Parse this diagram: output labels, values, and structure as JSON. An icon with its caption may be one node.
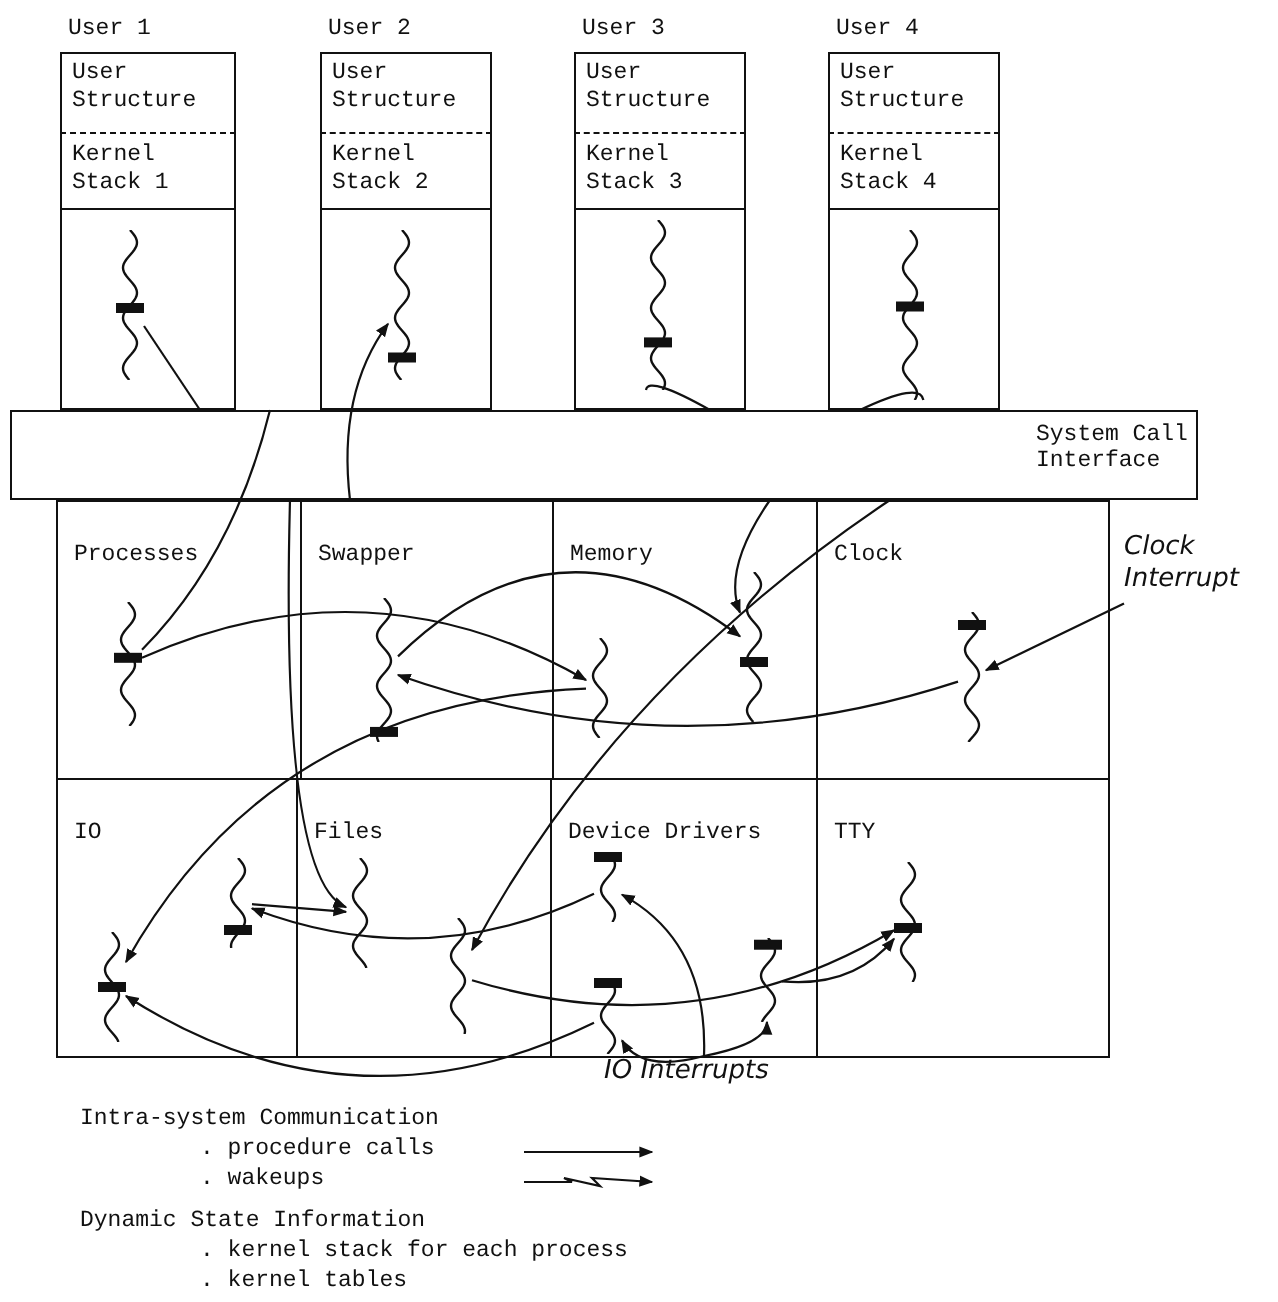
{
  "diagram": {
    "nodes": [
      {
        "text": [
          "User 1"
        ]
      },
      {
        "text": [
          "User Structure"
        ],
        "in": 0
      },
      {
        "text": [
          "Kernel Stack 1"
        ],
        "in": 0
      },
      {
        "text": [],
        "shape": "squiggle",
        "in": 0
      },
      {
        "text": [
          "User 2"
        ]
      },
      {
        "text": [
          "User Structure"
        ],
        "in": 4
      },
      {
        "text": [
          "Kernel Stack 2"
        ],
        "in": 4
      },
      {
        "text": [],
        "shape": "squiggle",
        "in": 4
      },
      {
        "text": [
          "User 3"
        ]
      },
      {
        "text": [
          "User Structure"
        ],
        "in": 8
      },
      {
        "text": [
          "Kernel Stack 3"
        ],
        "in": 8
      },
      {
        "text": [],
        "shape": "squiggle",
        "in": 8
      },
      {
        "text": [
          "User 4"
        ]
      },
      {
        "text": [
          "User Structure"
        ],
        "in": 12
      },
      {
        "text": [
          "Kernel Stack 4"
        ],
        "in": 12
      },
      {
        "text": [],
        "shape": "squiggle",
        "in": 12
      },
      {
        "text": [
          "System Call Interface"
        ]
      },
      {
        "text": [
          "Processes"
        ]
      },
      {
        "text": [],
        "shape": "squiggle",
        "in": 17
      },
      {
        "text": [
          "Swapper"
        ]
      },
      {
        "text": [],
        "shape": "squiggle",
        "in": 19
      },
      {
        "text": [
          "Memory"
        ]
      },
      {
        "text": [],
        "shape": "squiggle",
        "in": 21
      },
      {
        "text": [],
        "shape": "squiggle",
        "in": 21
      },
      {
        "text": [
          "Clock"
        ]
      },
      {
        "text": [],
        "shape": "squiggle",
        "in": 24
      },
      {
        "text": [
          "IO"
        ]
      },
      {
        "text": [],
        "shape": "squiggle",
        "in": 26
      },
      {
        "text": [],
        "shape": "squiggle",
        "in": 26
      },
      {
        "text": [
          "Files"
        ]
      },
      {
        "text": [],
        "shape": "squiggle",
        "in": 29
      },
      {
        "text": [],
        "shape": "squiggle",
        "in": 29
      },
      {
        "text": [
          "Device Drivers"
        ]
      },
      {
        "text": [],
        "shape": "squiggle",
        "in": 32
      },
      {
        "text": [],
        "shape": "squiggle",
        "in": 32
      },
      {
        "text": [],
        "shape": "squiggle",
        "in": 32
      },
      {
        "text": [
          "TTY"
        ]
      },
      {
        "text": [],
        "shape": "squiggle",
        "in": 36
      },
      {
        "text": [
          "Clock Interrupt"
        ]
      },
      {
        "text": [
          "IO Interrupts"
        ]
      }
    ],
    "edges": [
      {
        "from": 18,
        "to": 16,
        "arrow": "none"
      },
      {
        "from": 16,
        "to": 7,
        "arrow": "to"
      },
      {
        "from": 3,
        "to": 16,
        "arrow": "none"
      },
      {
        "from": 16,
        "to": 30,
        "arrow": "to"
      },
      {
        "from": 11,
        "to": 16,
        "arrow": "none"
      },
      {
        "from": 16,
        "to": 23,
        "arrow": "to"
      },
      {
        "from": 15,
        "to": 16,
        "arrow": "none"
      },
      {
        "from": 16,
        "to": 31,
        "arrow": "to"
      },
      {
        "from": 18,
        "to": 22,
        "arrow": "to"
      },
      {
        "from": 20,
        "to": 23,
        "arrow": "to"
      },
      {
        "from": 25,
        "to": 20,
        "arrow": "to"
      },
      {
        "from": 38,
        "to": 25,
        "arrow": "to"
      },
      {
        "from": 22,
        "to": 28,
        "arrow": "to"
      },
      {
        "from": 33,
        "to": 27,
        "arrow": "to"
      },
      {
        "from": 27,
        "to": 30,
        "arrow": "to"
      },
      {
        "from": 34,
        "to": 28,
        "arrow": "to"
      },
      {
        "from": 31,
        "to": 37,
        "arrow": "to"
      },
      {
        "from": 39,
        "to": 33,
        "arrow": "to"
      },
      {
        "from": 39,
        "to": 34,
        "arrow": "to"
      },
      {
        "from": 39,
        "to": 35,
        "arrow": "to"
      },
      {
        "from": 35,
        "to": 37,
        "arrow": "to"
      }
    ],
    "labels": [
      "Intra-system Communication",
      "Dynamic State Information",
      ". kernel stack for each process",
      ". kernel tables"
    ],
    "legend": [
      {
        "text": ". procedure calls"
      },
      {
        "text": ". wakeups"
      }
    ]
  }
}
